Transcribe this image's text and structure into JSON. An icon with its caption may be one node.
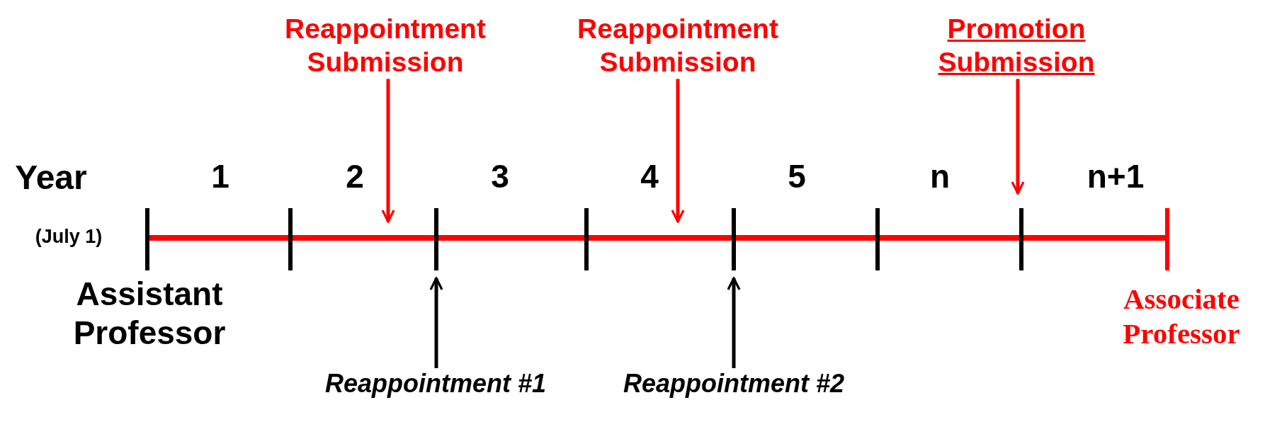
{
  "diagram": {
    "nodes": [
      {
        "text": [
          "Reappointment Submission"
        ]
      },
      {
        "text": [
          "Reappointment Submission"
        ]
      },
      {
        "text": [
          "Promotion Submission"
        ]
      },
      {
        "text": [
          "Reappointment #1"
        ]
      },
      {
        "text": [
          "Reappointment #2"
        ]
      }
    ],
    "edges": [
      {
        "from": 0,
        "to": null,
        "arrow": "to"
      },
      {
        "from": 1,
        "to": null,
        "arrow": "to"
      },
      {
        "from": 2,
        "to": null,
        "arrow": "to"
      },
      {
        "from": 3,
        "to": null,
        "arrow": "to",
        "color": "#000000"
      },
      {
        "from": 4,
        "to": null,
        "arrow": "to",
        "color": "#000000"
      }
    ],
    "labels": [
      "Year",
      "1",
      "2",
      "3",
      "4",
      "5",
      "n",
      "n+1",
      "(July 1)",
      "Assistant Professor",
      "Associate Professor"
    ]
  }
}
